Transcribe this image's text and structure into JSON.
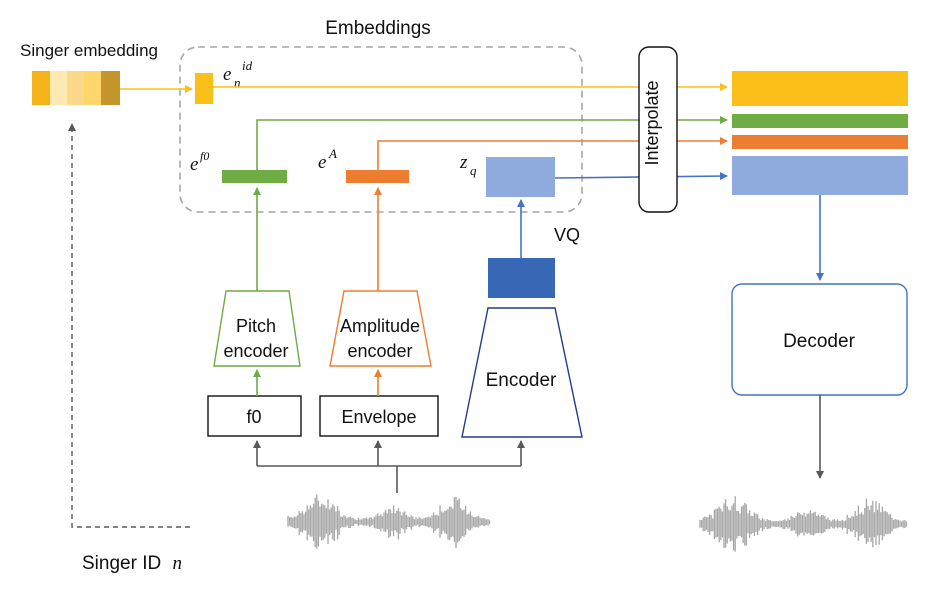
{
  "labels": {
    "singer_embedding": "Singer embedding",
    "embeddings": "Embeddings",
    "e_id_base": "e",
    "e_id_sub": "n",
    "e_id_sup": "id",
    "e_f0_base": "e",
    "e_f0_sup": "f0",
    "e_A_base": "e",
    "e_A_sup": "A",
    "z_base": "z",
    "z_sub": "q",
    "vq": "VQ",
    "interpolate": "Interpolate",
    "pitch_encoder_line1": "Pitch",
    "pitch_encoder_line2": "encoder",
    "amplitude_encoder_line1": "Amplitude",
    "amplitude_encoder_line2": "encoder",
    "encoder": "Encoder",
    "decoder": "Decoder",
    "f0": "f0",
    "envelope": "Envelope",
    "singer_id": "Singer ID",
    "singer_id_var": "n"
  },
  "colors": {
    "singer": "#fbbf1a",
    "singer_shades": [
      "#f4b31b",
      "#fde9b2",
      "#fcd98a",
      "#fdd66c",
      "#c4962c"
    ],
    "pitch": "#6fac44",
    "amplitude": "#ed7d31",
    "latent": "#8faadc",
    "latent_dark": "#3867b6",
    "decoder_border": "#4472c4",
    "gray": "#7f7f7f",
    "waveform": "#a6a6a6"
  }
}
